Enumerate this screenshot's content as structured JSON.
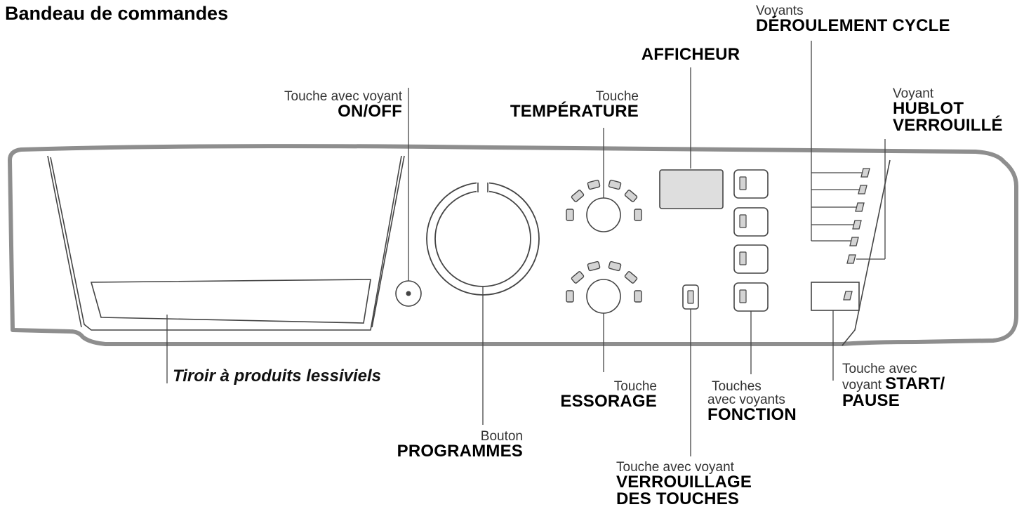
{
  "title": "Bandeau de commandes",
  "labels": {
    "on_off": {
      "line1": "Touche avec voyant",
      "line2": "ON/OFF"
    },
    "temperature": {
      "line1": "Touche",
      "line2": "TEMPÉRATURE"
    },
    "afficheur": {
      "line1": "AFFICHEUR"
    },
    "deroulement": {
      "line1": "Voyants",
      "line2": "DÉROULEMENT CYCLE"
    },
    "hublot": {
      "line1": "Voyant",
      "line2": "HUBLOT",
      "line3": "VERROUILLÉ"
    },
    "tiroir": {
      "line1": "Tiroir à produits lessiviels"
    },
    "programmes": {
      "line1": "Bouton",
      "line2": "PROGRAMMES"
    },
    "essorage": {
      "line1": "Touche",
      "line2": "ESSORAGE"
    },
    "fonction": {
      "line1": "Touches",
      "line2": "avec voyants",
      "line3": "FONCTION"
    },
    "start_pause": {
      "line1": "Touche avec",
      "line2": "voyant",
      "line2b": "START/",
      "line3": "PAUSE"
    },
    "verrouillage": {
      "line1": "Touche avec voyant",
      "line2": "VERROUILLAGE",
      "line3": "DES TOUCHES"
    }
  },
  "colors": {
    "panel_stroke": "#8e8e8e",
    "line": "#444444",
    "display_fill": "#dedede",
    "led_fill": "#d4d4d4"
  }
}
